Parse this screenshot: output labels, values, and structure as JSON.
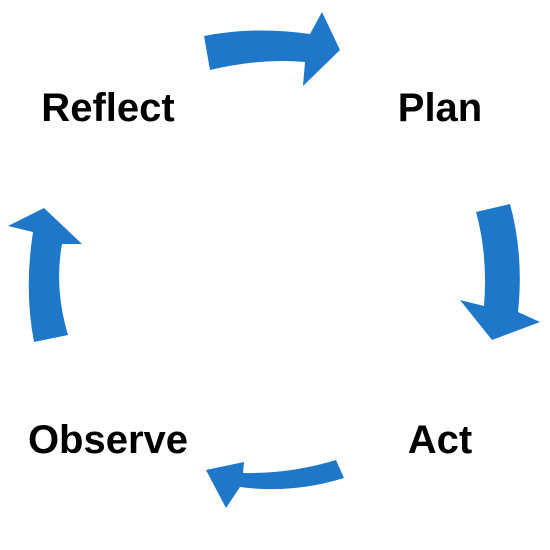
{
  "diagram": {
    "type": "cycle",
    "stages": [
      {
        "id": "reflect",
        "label": "Reflect"
      },
      {
        "id": "plan",
        "label": "Plan"
      },
      {
        "id": "act",
        "label": "Act"
      },
      {
        "id": "observe",
        "label": "Observe"
      }
    ],
    "arrow_color": "#1f77c9",
    "text_color": "#000000",
    "direction": "clockwise",
    "connections": [
      {
        "from": "reflect",
        "to": "plan"
      },
      {
        "from": "plan",
        "to": "act"
      },
      {
        "from": "act",
        "to": "observe"
      },
      {
        "from": "observe",
        "to": "reflect"
      }
    ]
  }
}
